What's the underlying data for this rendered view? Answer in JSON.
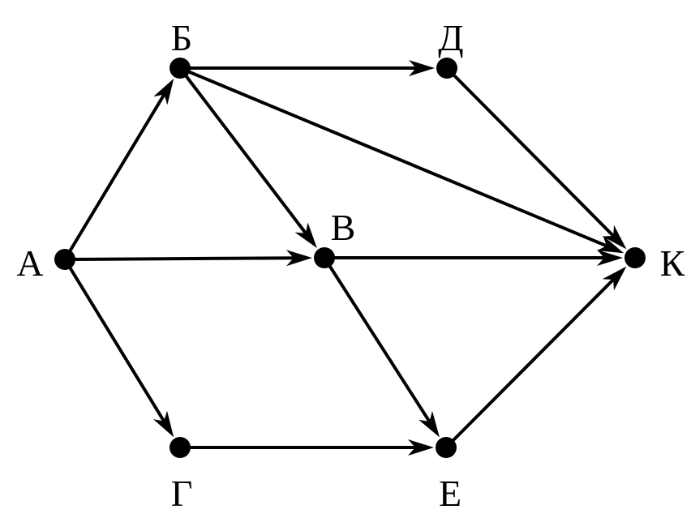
{
  "graph": {
    "nodes": [
      {
        "id": "A",
        "label": "А"
      },
      {
        "id": "B",
        "label": "Б"
      },
      {
        "id": "V",
        "label": "В"
      },
      {
        "id": "G",
        "label": "Г"
      },
      {
        "id": "D",
        "label": "Д"
      },
      {
        "id": "E",
        "label": "Е"
      },
      {
        "id": "K",
        "label": "К"
      }
    ],
    "edges": [
      {
        "from": "A",
        "to": "B"
      },
      {
        "from": "A",
        "to": "V"
      },
      {
        "from": "A",
        "to": "G"
      },
      {
        "from": "B",
        "to": "D"
      },
      {
        "from": "B",
        "to": "V"
      },
      {
        "from": "B",
        "to": "K"
      },
      {
        "from": "D",
        "to": "K"
      },
      {
        "from": "V",
        "to": "K"
      },
      {
        "from": "V",
        "to": "E"
      },
      {
        "from": "G",
        "to": "E"
      },
      {
        "from": "E",
        "to": "K"
      }
    ],
    "colors": {
      "line": "#000000",
      "node": "#000000",
      "background": "#ffffff"
    }
  }
}
